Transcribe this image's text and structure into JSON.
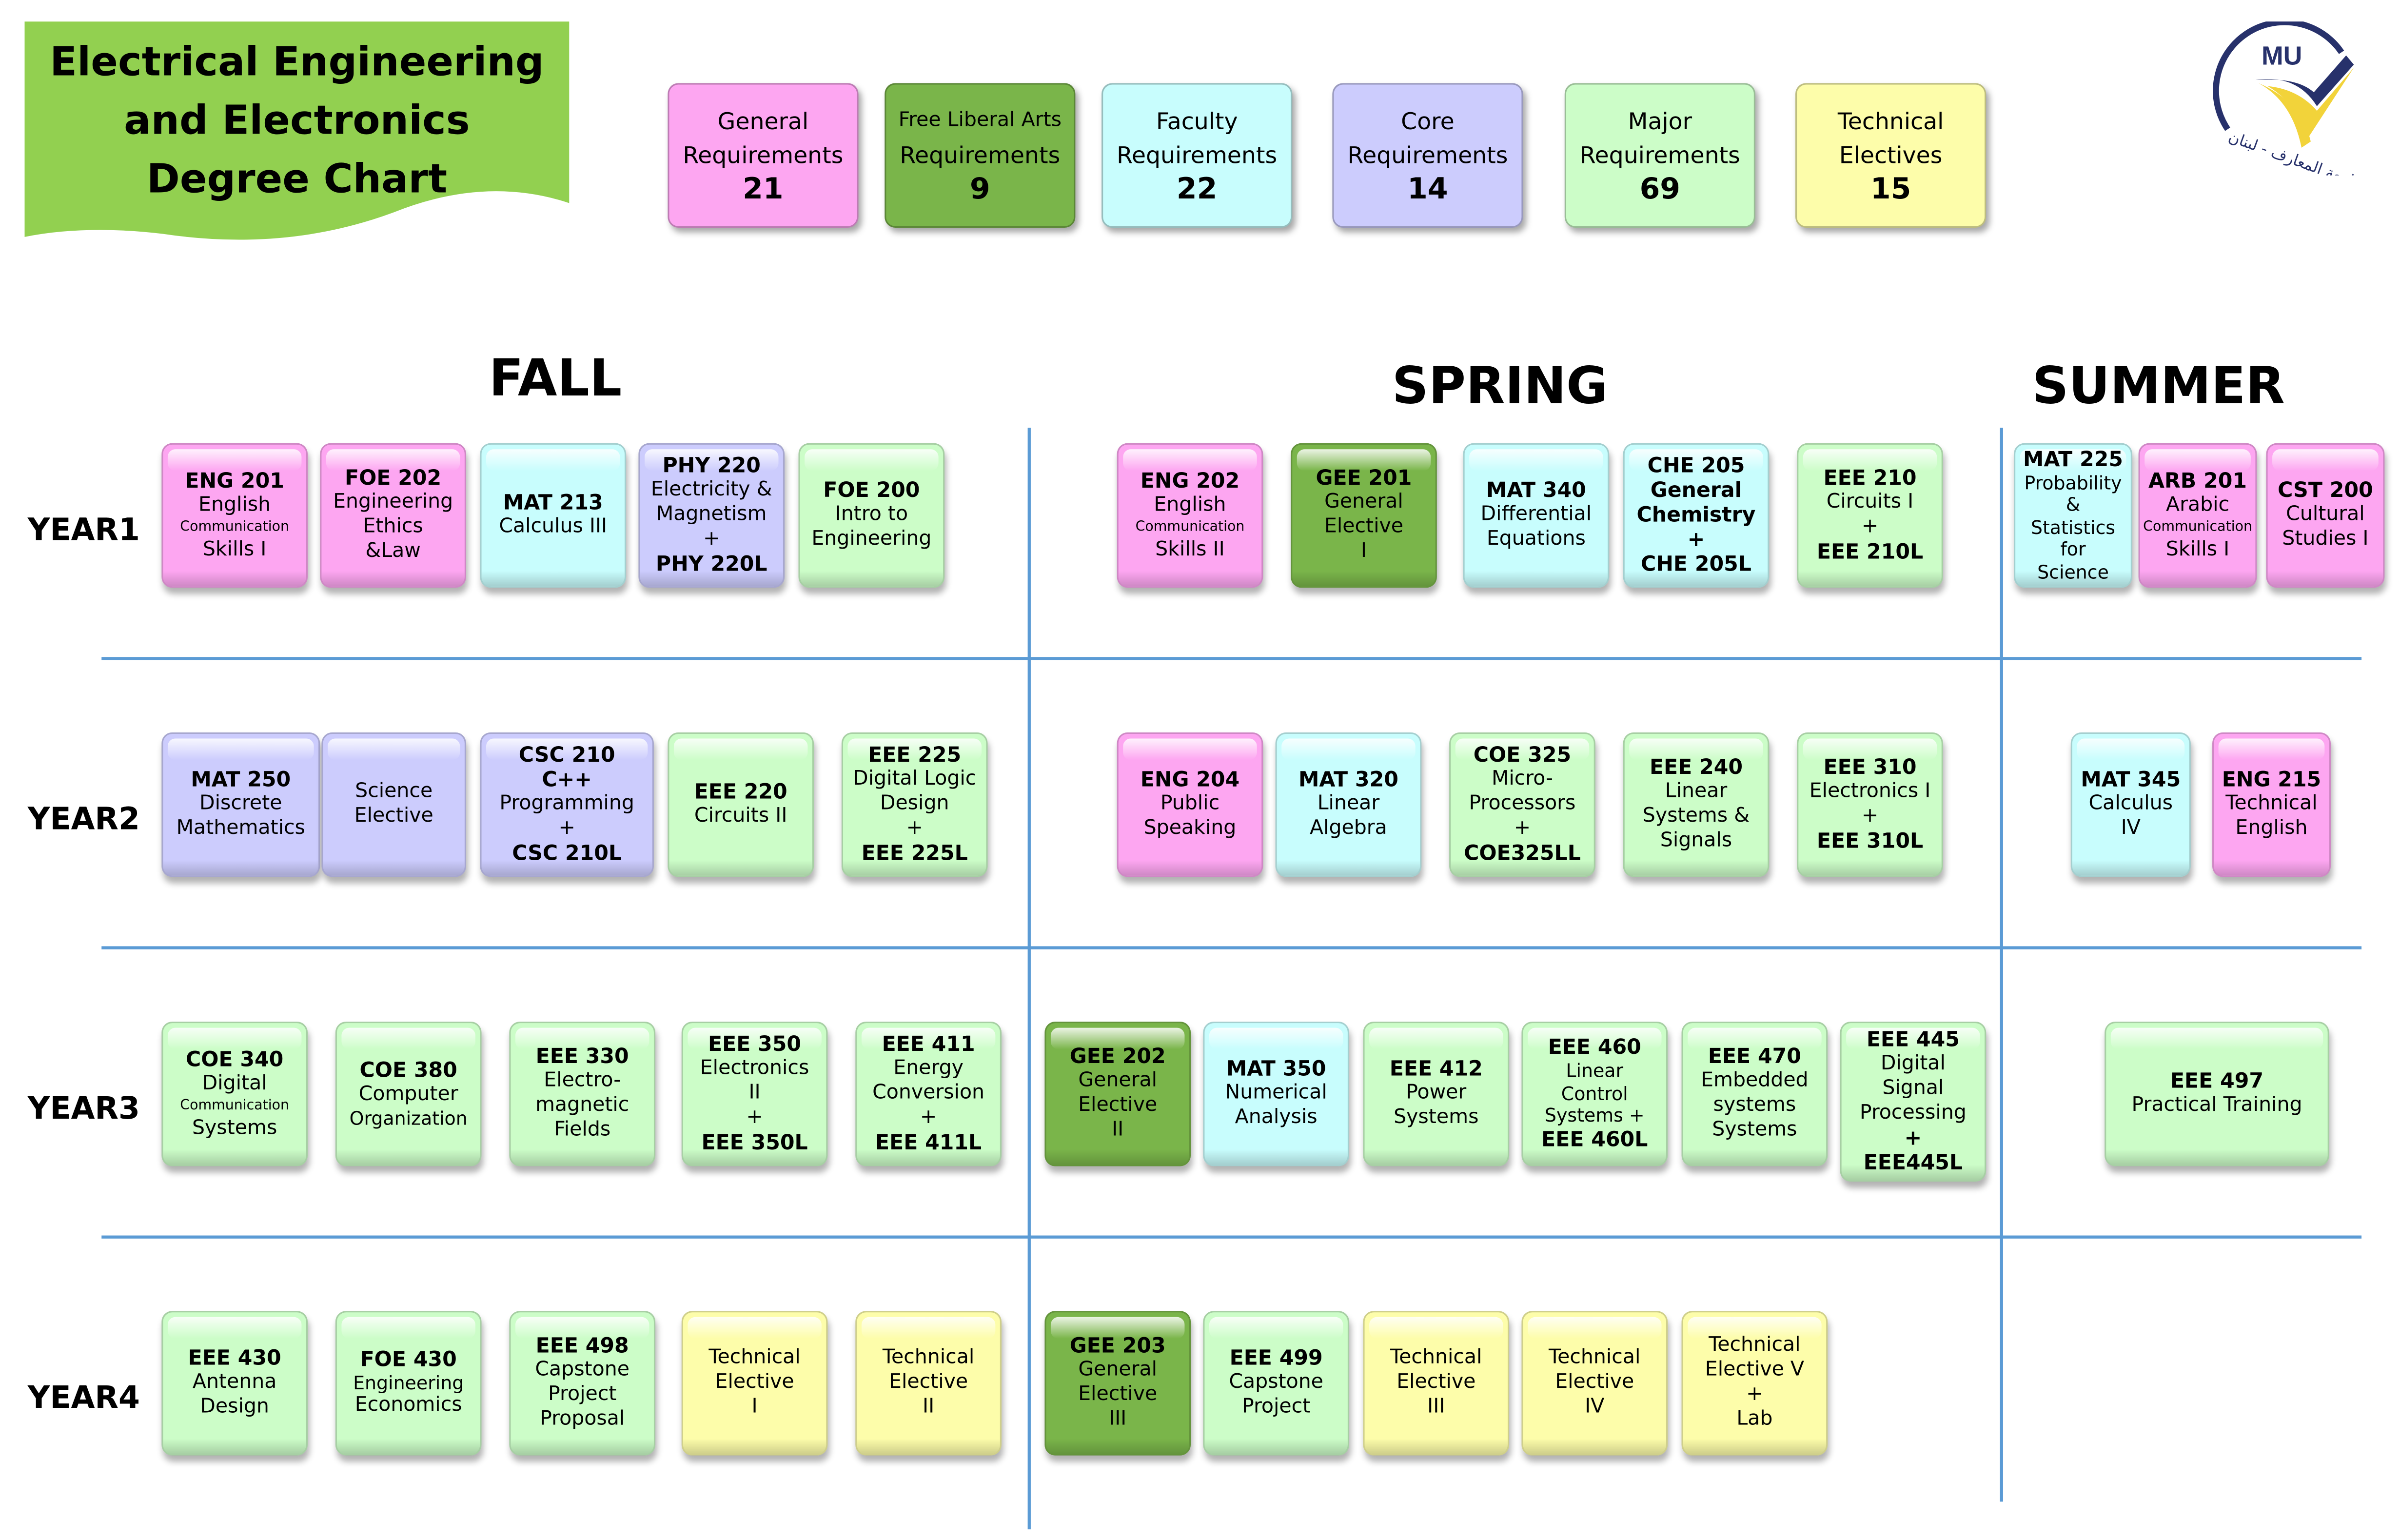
{
  "title": "Electrical Engineering and Electronics Degree Chart",
  "title_lines": [
    "Electrical Engineering",
    "and Electronics",
    "Degree Chart"
  ],
  "logo": {
    "text": "MU",
    "arabic": "جامعة المعارف - لبنان"
  },
  "colors": {
    "general": "#fda6f1",
    "liberal": "#7ab54a",
    "faculty": "#c8fdfd",
    "core": "#ccccfd",
    "major": "#ccfdc8",
    "technical": "#fdfdaa",
    "banner": "#92d050",
    "grid": "#5b9bd5"
  },
  "legend": [
    {
      "lines": [
        "General",
        "Requirements"
      ],
      "count": "21",
      "category": "general"
    },
    {
      "lines": [
        "Free Liberal Arts",
        "Requirements"
      ],
      "count": "9",
      "category": "liberal"
    },
    {
      "lines": [
        "Faculty",
        "Requirements"
      ],
      "count": "22",
      "category": "faculty"
    },
    {
      "lines": [
        "Core",
        "Requirements"
      ],
      "count": "14",
      "category": "core"
    },
    {
      "lines": [
        "Major",
        "Requirements"
      ],
      "count": "69",
      "category": "major"
    },
    {
      "lines": [
        "Technical",
        "Electives"
      ],
      "count": "15",
      "category": "technical"
    }
  ],
  "seasons": [
    "FALL",
    "SPRING",
    "SUMMER"
  ],
  "years": [
    "YEAR1",
    "YEAR2",
    "YEAR3",
    "YEAR4"
  ],
  "courses": [
    {
      "category": "general",
      "lines": [
        {
          "text": "ENG 201",
          "style": "bold"
        },
        {
          "text": "English"
        },
        {
          "text": "Communication",
          "style": "small"
        },
        {
          "text": "Skills I"
        }
      ]
    },
    {
      "category": "general",
      "lines": [
        {
          "text": "FOE 202",
          "style": "bold"
        },
        {
          "text": "Engineering"
        },
        {
          "text": "Ethics"
        },
        {
          "text": "&Law"
        }
      ]
    },
    {
      "category": "faculty",
      "lines": [
        {
          "text": "MAT 213",
          "style": "bold"
        },
        {
          "text": "Calculus III"
        }
      ]
    },
    {
      "category": "core",
      "lines": [
        {
          "text": "PHY 220",
          "style": "bold"
        },
        {
          "text": "Electricity &"
        },
        {
          "text": "Magnetism"
        },
        {
          "text": "+"
        },
        {
          "text": "PHY 220L",
          "style": "bold"
        }
      ]
    },
    {
      "category": "major",
      "lines": [
        {
          "text": "FOE 200",
          "style": "bold"
        },
        {
          "text": "Intro  to"
        },
        {
          "text": "Engineering"
        }
      ]
    },
    {
      "category": "general",
      "lines": [
        {
          "text": "ENG 202",
          "style": "bold"
        },
        {
          "text": "English"
        },
        {
          "text": "Communication",
          "style": "small"
        },
        {
          "text": "Skills II"
        }
      ]
    },
    {
      "category": "liberal",
      "lines": [
        {
          "text": "GEE 201",
          "style": "bold"
        },
        {
          "text": "General"
        },
        {
          "text": "Elective"
        },
        {
          "text": "I"
        }
      ]
    },
    {
      "category": "faculty",
      "lines": [
        {
          "text": "MAT 340",
          "style": "bold"
        },
        {
          "text": "Differential"
        },
        {
          "text": "Equations"
        }
      ]
    },
    {
      "category": "faculty",
      "lines": [
        {
          "text": "CHE 205",
          "style": "bold"
        },
        {
          "text": "General",
          "style": "bold"
        },
        {
          "text": "Chemistry",
          "style": "bold"
        },
        {
          "text": "+",
          "style": "bold"
        },
        {
          "text": "CHE 205L",
          "style": "bold"
        }
      ]
    },
    {
      "category": "major",
      "lines": [
        {
          "text": "EEE 210",
          "style": "bold"
        },
        {
          "text": "Circuits I"
        },
        {
          "text": "+"
        },
        {
          "text": "EEE 210L",
          "style": "bold"
        }
      ]
    },
    {
      "category": "faculty",
      "lines": [
        {
          "text": "MAT 225",
          "style": "bold"
        },
        {
          "text": "Probability",
          "style": "tight"
        },
        {
          "text": "&",
          "style": "tight"
        },
        {
          "text": "Statistics",
          "style": "tight"
        },
        {
          "text": "for",
          "style": "tight"
        },
        {
          "text": "Science",
          "style": "tight"
        }
      ]
    },
    {
      "category": "general",
      "lines": [
        {
          "text": "ARB 201",
          "style": "bold"
        },
        {
          "text": "Arabic"
        },
        {
          "text": "Communication",
          "style": "small"
        },
        {
          "text": "Skills I"
        }
      ]
    },
    {
      "category": "general",
      "lines": [
        {
          "text": "CST 200",
          "style": "bold"
        },
        {
          "text": "Cultural"
        },
        {
          "text": "Studies I"
        }
      ]
    },
    {
      "category": "core",
      "lines": [
        {
          "text": "MAT 250",
          "style": "bold"
        },
        {
          "text": "Discrete"
        },
        {
          "text": "Mathematics"
        }
      ]
    },
    {
      "category": "core",
      "lines": [
        {
          "text": "Science"
        },
        {
          "text": "Elective"
        }
      ]
    },
    {
      "category": "core",
      "lines": [
        {
          "text": "CSC 210",
          "style": "bold"
        },
        {
          "text": "C++",
          "style": "bold"
        },
        {
          "text": "Programming"
        },
        {
          "text": "+"
        },
        {
          "text": "CSC 210L",
          "style": "bold"
        }
      ]
    },
    {
      "category": "major",
      "lines": [
        {
          "text": "EEE 220",
          "style": "bold"
        },
        {
          "text": "Circuits II"
        }
      ]
    },
    {
      "category": "major",
      "lines": [
        {
          "text": "EEE 225",
          "style": "bold"
        },
        {
          "text": "Digital Logic"
        },
        {
          "text": "Design"
        },
        {
          "text": "+"
        },
        {
          "text": "EEE 225L",
          "style": "bold"
        }
      ]
    },
    {
      "category": "general",
      "lines": [
        {
          "text": "ENG 204",
          "style": "bold"
        },
        {
          "text": "Public"
        },
        {
          "text": "Speaking"
        }
      ]
    },
    {
      "category": "faculty",
      "lines": [
        {
          "text": "MAT 320",
          "style": "bold"
        },
        {
          "text": "Linear"
        },
        {
          "text": "Algebra"
        }
      ]
    },
    {
      "category": "major",
      "lines": [
        {
          "text": "COE 325",
          "style": "bold"
        },
        {
          "text": "Micro-"
        },
        {
          "text": "Processors"
        },
        {
          "text": "+"
        },
        {
          "text": "COE325LL",
          "style": "bold"
        }
      ]
    },
    {
      "category": "major",
      "lines": [
        {
          "text": "EEE 240",
          "style": "bold"
        },
        {
          "text": "Linear"
        },
        {
          "text": "Systems &"
        },
        {
          "text": "Signals"
        }
      ]
    },
    {
      "category": "major",
      "lines": [
        {
          "text": "EEE 310",
          "style": "bold"
        },
        {
          "text": "Electronics I"
        },
        {
          "text": "+"
        },
        {
          "text": "EEE 310L",
          "style": "bold"
        }
      ]
    },
    {
      "category": "faculty",
      "lines": [
        {
          "text": "MAT 345",
          "style": "bold"
        },
        {
          "text": "Calculus"
        },
        {
          "text": "IV"
        }
      ]
    },
    {
      "category": "general",
      "lines": [
        {
          "text": "ENG 215",
          "style": "bold"
        },
        {
          "text": "Technical"
        },
        {
          "text": "English"
        }
      ]
    },
    {
      "category": "major",
      "lines": [
        {
          "text": "COE 340",
          "style": "bold"
        },
        {
          "text": "Digital"
        },
        {
          "text": "Communication",
          "style": "small"
        },
        {
          "text": "Systems"
        }
      ]
    },
    {
      "category": "major",
      "lines": [
        {
          "text": "COE 380",
          "style": "bold"
        },
        {
          "text": "Computer"
        },
        {
          "text": "Organization",
          "style": "tight"
        }
      ]
    },
    {
      "category": "major",
      "lines": [
        {
          "text": "EEE 330",
          "style": "bold"
        },
        {
          "text": "Electro-"
        },
        {
          "text": "magnetic"
        },
        {
          "text": "Fields"
        }
      ]
    },
    {
      "category": "major",
      "lines": [
        {
          "text": "EEE 350",
          "style": "bold"
        },
        {
          "text": "Electronics"
        },
        {
          "text": "II"
        },
        {
          "text": "+"
        },
        {
          "text": "EEE 350L",
          "style": "bold"
        }
      ]
    },
    {
      "category": "major",
      "lines": [
        {
          "text": "EEE 411",
          "style": "bold"
        },
        {
          "text": "Energy"
        },
        {
          "text": "Conversion"
        },
        {
          "text": "+"
        },
        {
          "text": "EEE 411L",
          "style": "bold"
        }
      ]
    },
    {
      "category": "liberal",
      "lines": [
        {
          "text": "GEE 202",
          "style": "bold"
        },
        {
          "text": "General"
        },
        {
          "text": "Elective"
        },
        {
          "text": "II"
        }
      ]
    },
    {
      "category": "faculty",
      "lines": [
        {
          "text": "MAT 350",
          "style": "bold"
        },
        {
          "text": "Numerical"
        },
        {
          "text": "Analysis"
        }
      ]
    },
    {
      "category": "major",
      "lines": [
        {
          "text": "EEE 412",
          "style": "bold"
        },
        {
          "text": "Power"
        },
        {
          "text": "Systems"
        }
      ]
    },
    {
      "category": "major",
      "lines": [
        {
          "text": "EEE 460",
          "style": "bold"
        },
        {
          "text": "Linear",
          "style": "tight"
        },
        {
          "text": "Control",
          "style": "tight"
        },
        {
          "text": "Systems +",
          "style": "tight"
        },
        {
          "text": "EEE 460L",
          "style": "bold"
        }
      ]
    },
    {
      "category": "major",
      "lines": [
        {
          "text": "EEE 470",
          "style": "bold"
        },
        {
          "text": "Embedded"
        },
        {
          "text": "systems"
        },
        {
          "text": "Systems"
        }
      ]
    },
    {
      "category": "major",
      "lines": [
        {
          "text": "EEE 445",
          "style": "bold"
        },
        {
          "text": "Digital"
        },
        {
          "text": "Signal"
        },
        {
          "text": "Processing"
        },
        {
          "text": "+",
          "style": "bold"
        },
        {
          "text": "EEE445L",
          "style": "bold"
        }
      ]
    },
    {
      "category": "major",
      "lines": [
        {
          "text": "EEE 497",
          "style": "bold"
        },
        {
          "text": "Practical Training"
        }
      ]
    },
    {
      "category": "major",
      "lines": [
        {
          "text": "EEE 430",
          "style": "bold"
        },
        {
          "text": "Antenna"
        },
        {
          "text": "Design"
        }
      ]
    },
    {
      "category": "major",
      "lines": [
        {
          "text": "FOE 430",
          "style": "bold"
        },
        {
          "text": "Engineering",
          "style": "tight"
        },
        {
          "text": "Economics"
        }
      ]
    },
    {
      "category": "major",
      "lines": [
        {
          "text": "EEE 498",
          "style": "bold"
        },
        {
          "text": "Capstone"
        },
        {
          "text": "Project"
        },
        {
          "text": "Proposal"
        }
      ]
    },
    {
      "category": "technical",
      "lines": [
        {
          "text": "Technical"
        },
        {
          "text": "Elective"
        },
        {
          "text": "I"
        }
      ]
    },
    {
      "category": "technical",
      "lines": [
        {
          "text": "Technical"
        },
        {
          "text": "Elective"
        },
        {
          "text": "II"
        }
      ]
    },
    {
      "category": "liberal",
      "lines": [
        {
          "text": "GEE 203",
          "style": "bold"
        },
        {
          "text": "General"
        },
        {
          "text": "Elective"
        },
        {
          "text": "III"
        }
      ]
    },
    {
      "category": "major",
      "lines": [
        {
          "text": "EEE 499",
          "style": "bold"
        },
        {
          "text": "Capstone"
        },
        {
          "text": "Project"
        }
      ]
    },
    {
      "category": "technical",
      "lines": [
        {
          "text": "Technical"
        },
        {
          "text": "Elective"
        },
        {
          "text": "III"
        }
      ]
    },
    {
      "category": "technical",
      "lines": [
        {
          "text": "Technical"
        },
        {
          "text": "Elective"
        },
        {
          "text": "IV"
        }
      ]
    },
    {
      "category": "technical",
      "lines": [
        {
          "text": "Technical"
        },
        {
          "text": "Elective V"
        },
        {
          "text": "+"
        },
        {
          "text": "Lab"
        }
      ]
    }
  ]
}
